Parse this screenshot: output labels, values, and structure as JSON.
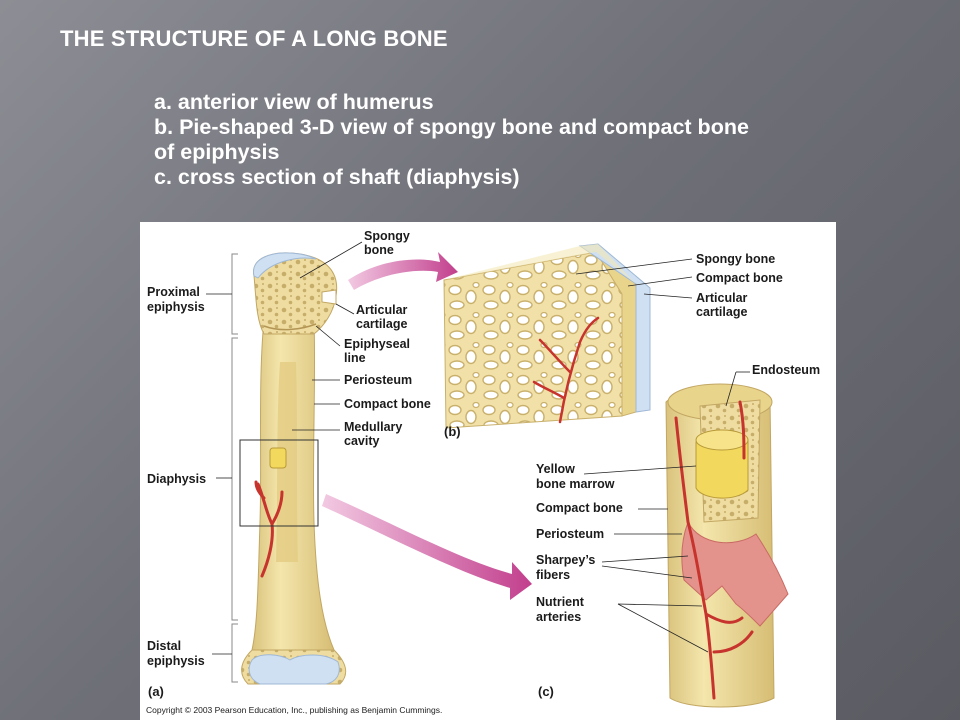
{
  "slide": {
    "title": "THE STRUCTURE OF A LONG BONE",
    "bullets": [
      "a. anterior view of humerus",
      "b. Pie-shaped 3-D view of spongy bone and compact bone",
      "of epiphysis",
      "c. cross section of shaft (diaphysis)"
    ]
  },
  "figure": {
    "panel_a": {
      "panel_label": "(a)",
      "regions": [
        "Proximal",
        "epiphysis",
        "Diaphysis",
        "Distal",
        "epiphysis"
      ],
      "labels": {
        "spongy": [
          "Spongy",
          "bone"
        ],
        "articular": [
          "Articular",
          "cartilage"
        ],
        "epiphyseal": [
          "Epiphyseal",
          "line"
        ],
        "periosteum": "Periosteum",
        "compact": "Compact bone",
        "medullary": [
          "Medullary",
          "cavity"
        ]
      }
    },
    "panel_b": {
      "panel_label": "(b)",
      "labels": [
        "Spongy bone",
        "Compact bone",
        "Articular",
        "cartilage"
      ]
    },
    "panel_c": {
      "panel_label": "(c)",
      "labels": {
        "endosteum": "Endosteum",
        "yellow": [
          "Yellow",
          "bone marrow"
        ],
        "compact": "Compact bone",
        "periosteum": "Periosteum",
        "sharpey": [
          "Sharpey’s",
          "fibers"
        ],
        "nutrient": [
          "Nutrient",
          "arteries"
        ]
      }
    },
    "copyright": "Copyright © 2003 Pearson Education, Inc., publishing as Benjamin Cummings.",
    "colors": {
      "bone": "#eedc9c",
      "bone_shadow": "#d7c07a",
      "cartilage": "#cfe0f2",
      "artery": "#c7332d",
      "arrow": "#c23f8d",
      "tissue": "#e3938c"
    }
  }
}
